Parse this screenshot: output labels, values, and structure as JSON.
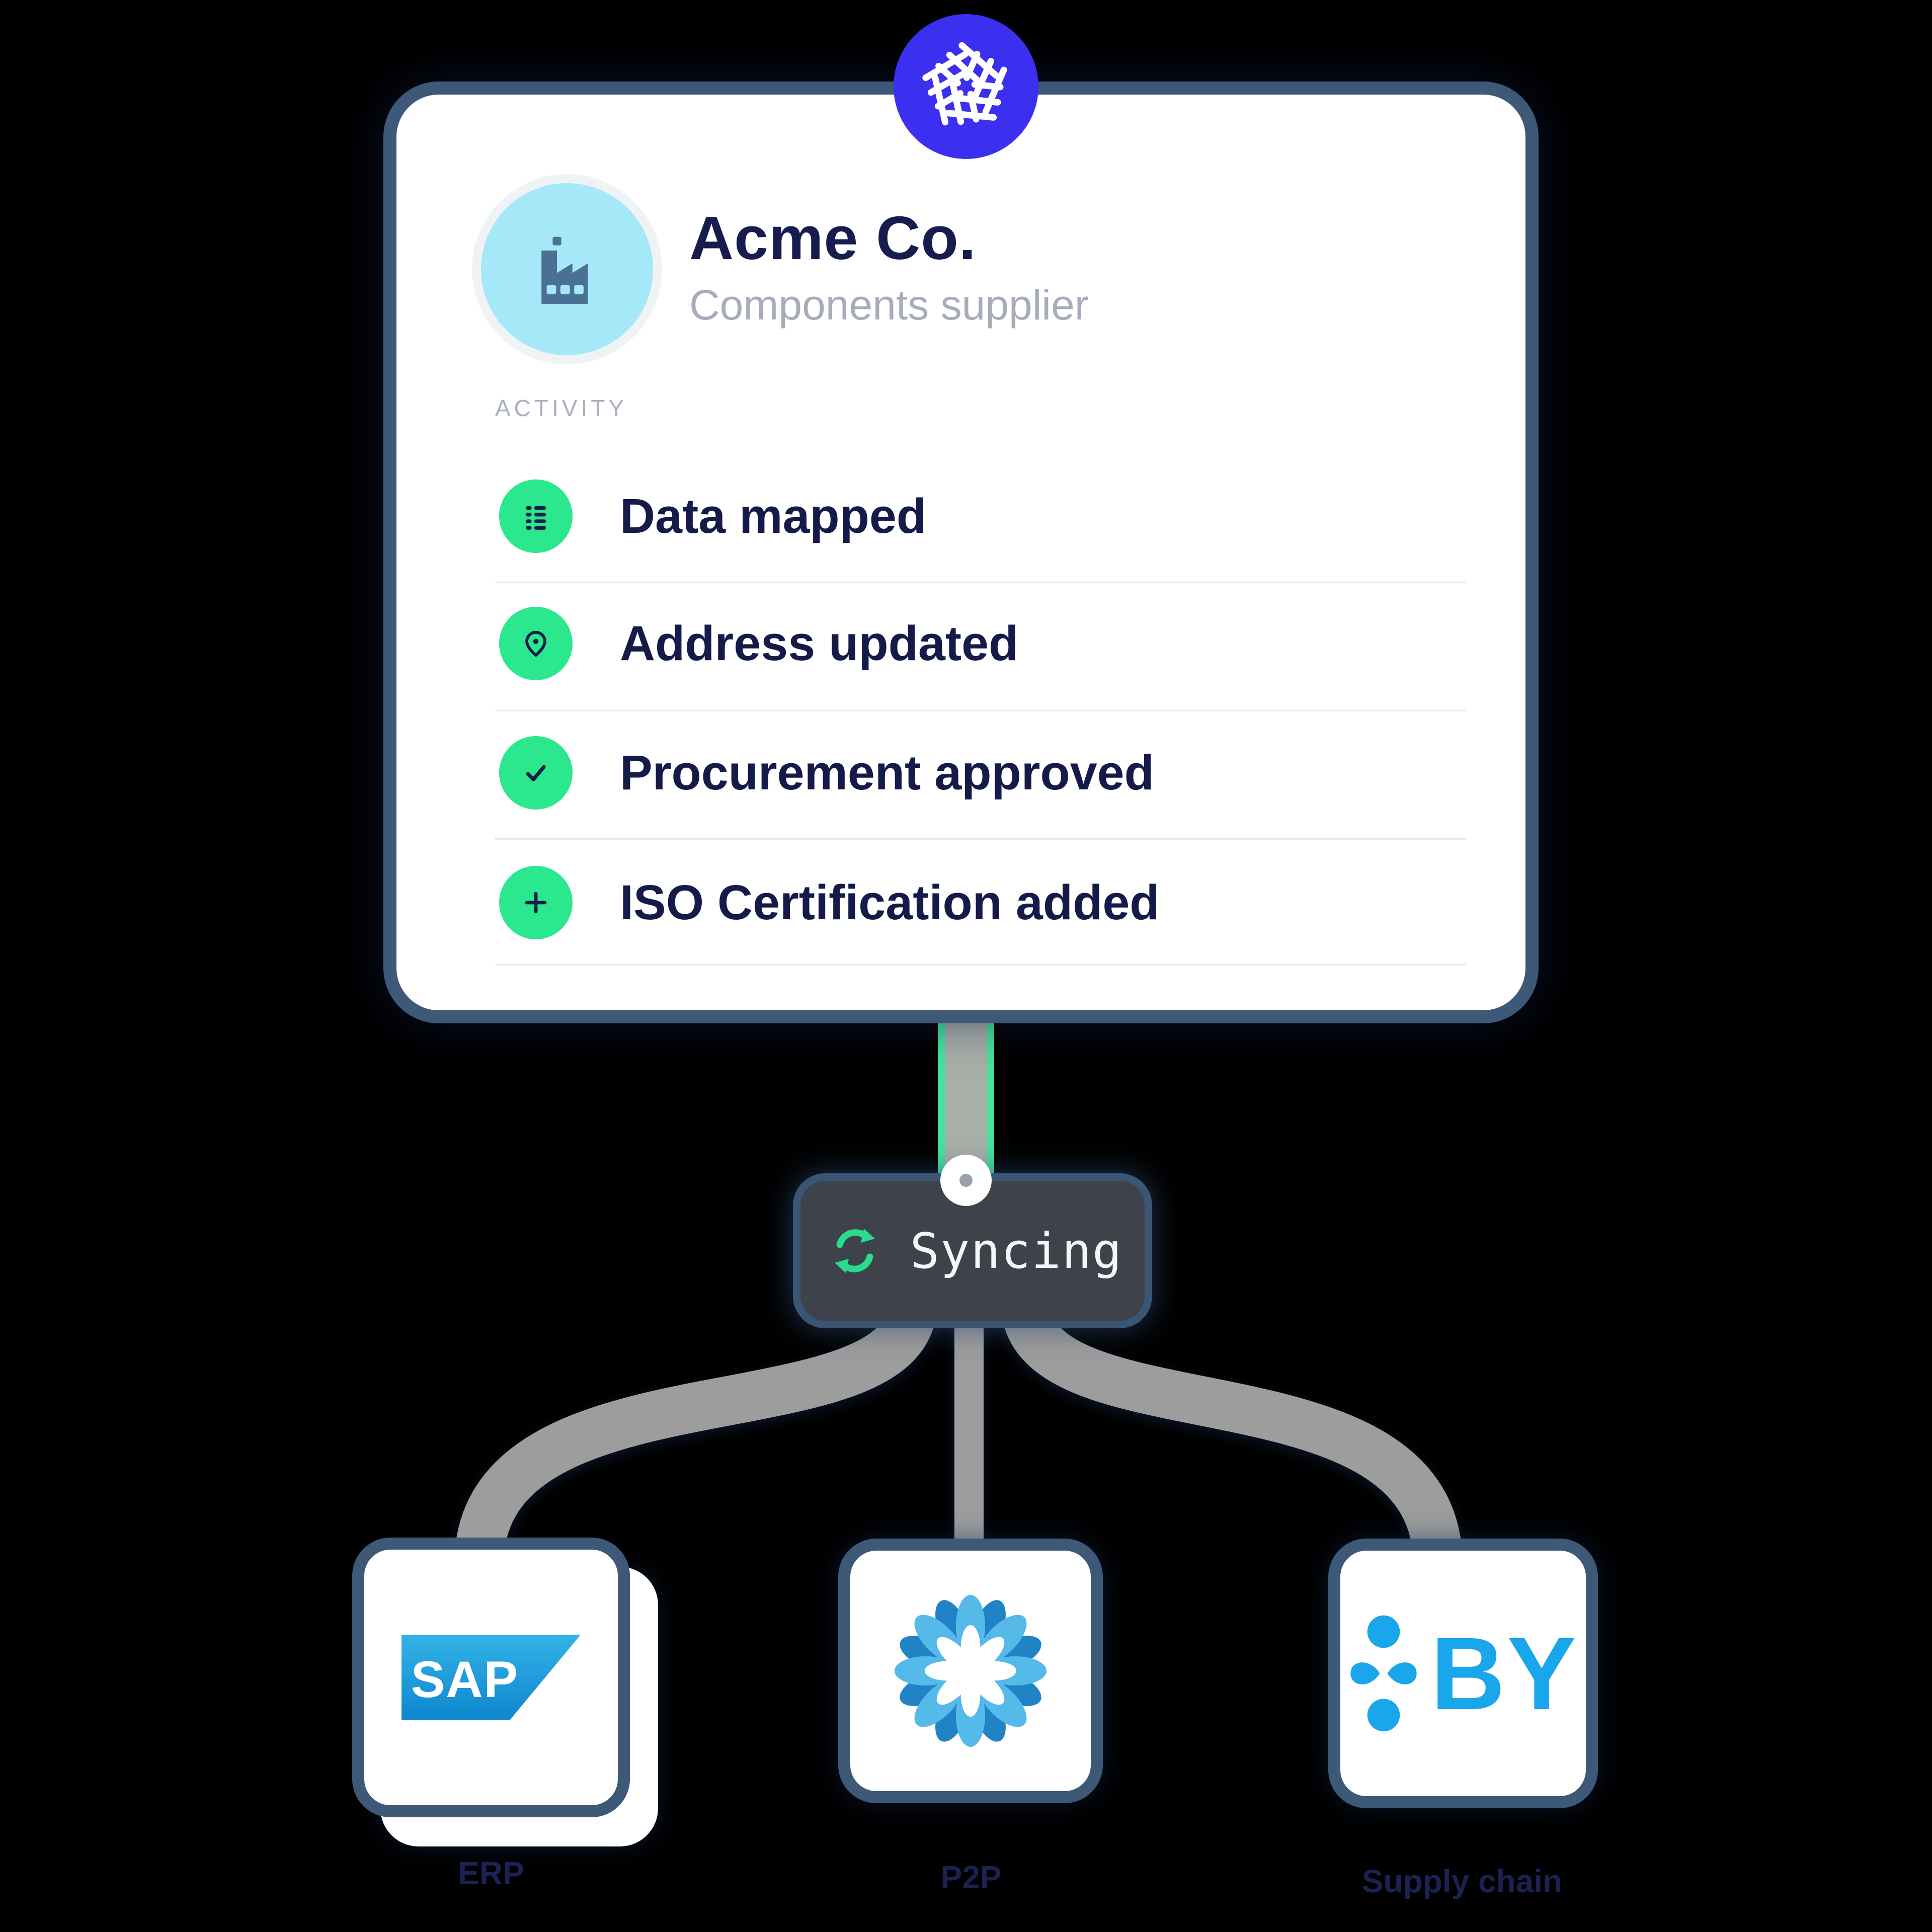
{
  "supplier_card": {
    "name": "Acme Co.",
    "subtitle": "Components supplier",
    "section_label": "ACTIVITY",
    "activities": [
      {
        "icon": "data-rows-icon",
        "label": "Data mapped"
      },
      {
        "icon": "location-pin-icon",
        "label": "Address updated"
      },
      {
        "icon": "checkmark-icon",
        "label": "Procurement approved"
      },
      {
        "icon": "plus-icon",
        "label": "ISO Certification added"
      }
    ]
  },
  "sync": {
    "status": "Syncing"
  },
  "integrations": [
    {
      "logo_text": "SAP",
      "label": "ERP"
    },
    {
      "label": "P2P"
    },
    {
      "logo_text": "BY",
      "label": "Supply chain"
    }
  ],
  "colors": {
    "accent_green": "#2BE78E",
    "border_slate": "#3E5878",
    "brand_blue": "#3B2FF0",
    "avatar_cyan": "#A5E8F8",
    "factory_slate": "#4A7093",
    "navy_text": "#141B49",
    "sap_blue_top": "#33B3E8",
    "sap_blue_bottom": "#0E86CE",
    "by_blue": "#19A6EA",
    "badge_bg": "#3E434B",
    "connector_gray": "#9D9D9D"
  }
}
